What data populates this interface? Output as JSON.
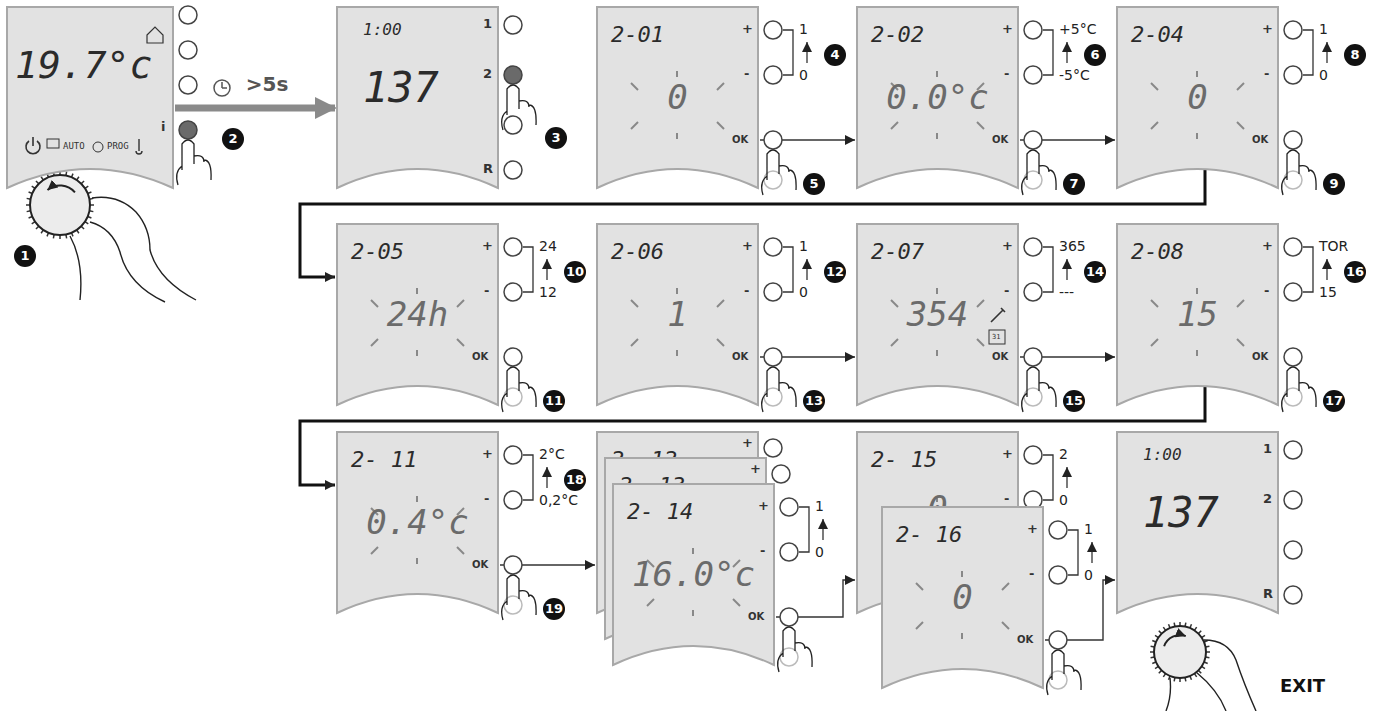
{
  "diagram": {
    "nodes": [
      {
        "text": [
          "19.7°c",
          "AUTO",
          "PROG"
        ]
      },
      {
        "text": [
          "1:00",
          "137"
        ]
      },
      {
        "text": [
          "2-01",
          "0"
        ]
      },
      {
        "text": [
          "2-02",
          "0.0°c"
        ]
      },
      {
        "text": [
          "2-04",
          "0"
        ]
      },
      {
        "text": [
          "2-05",
          "24h"
        ]
      },
      {
        "text": [
          "2-06",
          "1"
        ]
      },
      {
        "text": [
          "2-07",
          "354",
          "31"
        ]
      },
      {
        "text": [
          "2-08",
          "15"
        ]
      },
      {
        "text": [
          "2- 11",
          "0.4°c"
        ]
      },
      {
        "text": [
          "2- 12"
        ]
      },
      {
        "text": [
          "2- 13"
        ]
      },
      {
        "text": [
          "2- 14",
          "16.0°c"
        ]
      },
      {
        "text": [
          "2- 15",
          "0"
        ]
      },
      {
        "text": [
          "2- 16",
          "0"
        ]
      },
      {
        "text": [
          "1:00",
          "137"
        ]
      }
    ],
    "edges": [
      {
        "from": 0,
        "to": 1,
        "arrow": "to",
        "label": ">5s"
      },
      {
        "from": 2,
        "to": 3,
        "arrow": "to"
      },
      {
        "from": 3,
        "to": 4,
        "arrow": "to"
      },
      {
        "from": 4,
        "to": 5,
        "arrow": "to"
      },
      {
        "from": 6,
        "to": 7,
        "arrow": "to"
      },
      {
        "from": 7,
        "to": 8,
        "arrow": "to"
      },
      {
        "from": 8,
        "to": 9,
        "arrow": "to"
      },
      {
        "from": 9,
        "to": 10,
        "arrow": "to"
      },
      {
        "from": 12,
        "to": 13,
        "arrow": "to"
      },
      {
        "from": 14,
        "to": 15,
        "arrow": "to"
      }
    ],
    "labels": [
      "i",
      "1",
      "2",
      "1",
      "2",
      "R",
      "3",
      "+",
      "-",
      "OK",
      "1",
      "0",
      "4",
      "5",
      "+",
      "-",
      "OK",
      "+5°C",
      "-5°C",
      "6",
      "7",
      "+",
      "-",
      "OK",
      "1",
      "0",
      "8",
      "9",
      "+",
      "-",
      "OK",
      "24",
      "12",
      "10",
      "11",
      "+",
      "-",
      "OK",
      "1",
      "0",
      "12",
      "13",
      "+",
      "-",
      "OK",
      "365",
      "---",
      "14",
      "15",
      "+",
      "-",
      "OK",
      "TOR",
      "15",
      "16",
      "17",
      "+",
      "-",
      "OK",
      "2°C",
      "0,2°C",
      "18",
      "19",
      "+",
      "+",
      "+",
      "-",
      "OK",
      "1",
      "0",
      "+",
      "-",
      "2",
      "0",
      "+",
      "-",
      "OK",
      "1",
      "0",
      "1",
      "2",
      "R",
      "EXIT"
    ]
  }
}
